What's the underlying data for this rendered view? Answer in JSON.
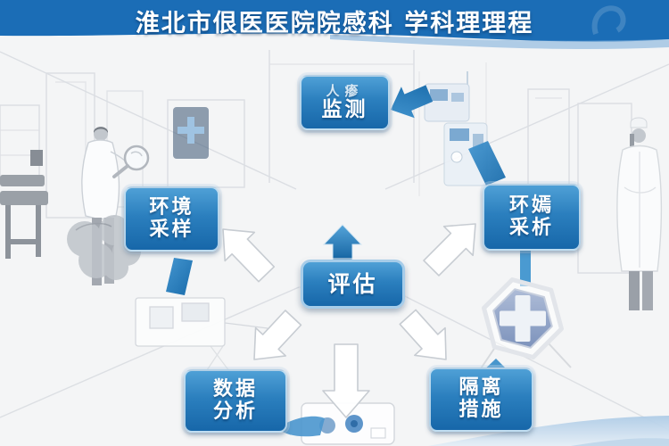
{
  "header": {
    "title": "淮北市佷医医院院感科 学科理理程"
  },
  "flowchart": {
    "nodes": [
      {
        "id": "monitoring",
        "line1": "人瘆",
        "line2": "监测"
      },
      {
        "id": "environment-sampling",
        "line1": "环境",
        "line2": "采样"
      },
      {
        "id": "environment-analysis",
        "line1": "环嫣",
        "line2": "采析"
      },
      {
        "id": "evaluation",
        "line1": "评估"
      },
      {
        "id": "data-analysis",
        "line1": "数据",
        "line2": "分析"
      },
      {
        "id": "isolation-measures",
        "line1": "隔离",
        "line2": "措施"
      }
    ],
    "center_node": "evaluation",
    "arrow_directions": [
      "up",
      "up-left",
      "up-right",
      "down-left",
      "down-right",
      "down"
    ]
  },
  "icons": {
    "badge": "hexagon-medical-cross",
    "tablet": "medical-cross-screen",
    "magnifier": "magnifying-glass"
  },
  "colors": {
    "banner_blue": "#1b6db6",
    "node_blue_top": "#4fa0d6",
    "node_blue_bottom": "#1767a9",
    "arrow_blue": "#2f86c5",
    "white_arrow_stroke": "#c7ccd2",
    "badge_fill": "#93a6c9",
    "wave_light_blue": "#bfd6ea",
    "background": "#f4f5f6"
  }
}
